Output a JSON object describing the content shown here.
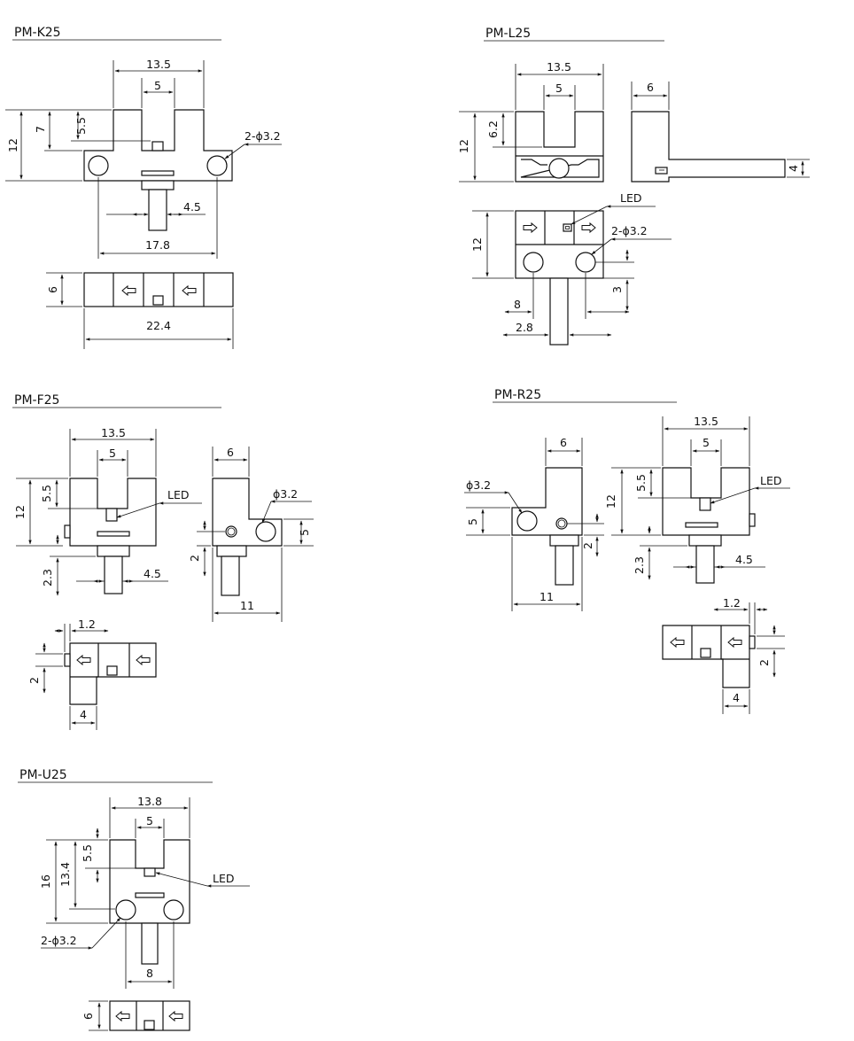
{
  "pm_k25": {
    "title": "PM-K25",
    "dims": {
      "w_top": "13.5",
      "slot": "5",
      "h_total": "12",
      "h_slot": "7",
      "h_small": "5.5",
      "holes": "2-ϕ3.2",
      "cable": "4.5",
      "hole_pitch": "17.8",
      "h_bottom": "6",
      "w_total": "22.4"
    }
  },
  "pm_l25": {
    "title": "PM-L25",
    "dims": {
      "w_top": "13.5",
      "slot": "5",
      "side_w": "6",
      "h_total": "12",
      "h_slot": "6.2",
      "cable_h": "4",
      "led": "LED",
      "holes": "2-ϕ3.2",
      "h_front": "12",
      "d3": "3",
      "d8": "8",
      "d28": "2.8"
    }
  },
  "pm_f25": {
    "title": "PM-F25",
    "dims": {
      "w_top": "13.5",
      "slot": "5",
      "h_total": "12",
      "h_slot": "5.5",
      "led": "LED",
      "cable": "4.5",
      "d23": "2.3",
      "side_w": "6",
      "hole": "ϕ3.2",
      "d5": "5",
      "d2": "2",
      "d11": "11",
      "d12": "1.2",
      "d2b": "2",
      "d4": "4"
    }
  },
  "pm_r25": {
    "title": "PM-R25",
    "dims": {
      "w_top": "13.5",
      "slot": "5",
      "side_w": "6",
      "hole": "ϕ3.2",
      "d5": "5",
      "d11": "11",
      "h_total": "12",
      "h_slot": "5.5",
      "led": "LED",
      "d2": "2",
      "d23": "2.3",
      "cable": "4.5",
      "d12": "1.2",
      "d2b": "2",
      "d4": "4"
    }
  },
  "pm_u25": {
    "title": "PM-U25",
    "dims": {
      "w_top": "13.8",
      "slot": "5",
      "h_total": "16",
      "h_mid": "13.4",
      "h_slot": "5.5",
      "led": "LED",
      "holes": "2-ϕ3.2",
      "d8": "8",
      "d6": "6"
    }
  }
}
